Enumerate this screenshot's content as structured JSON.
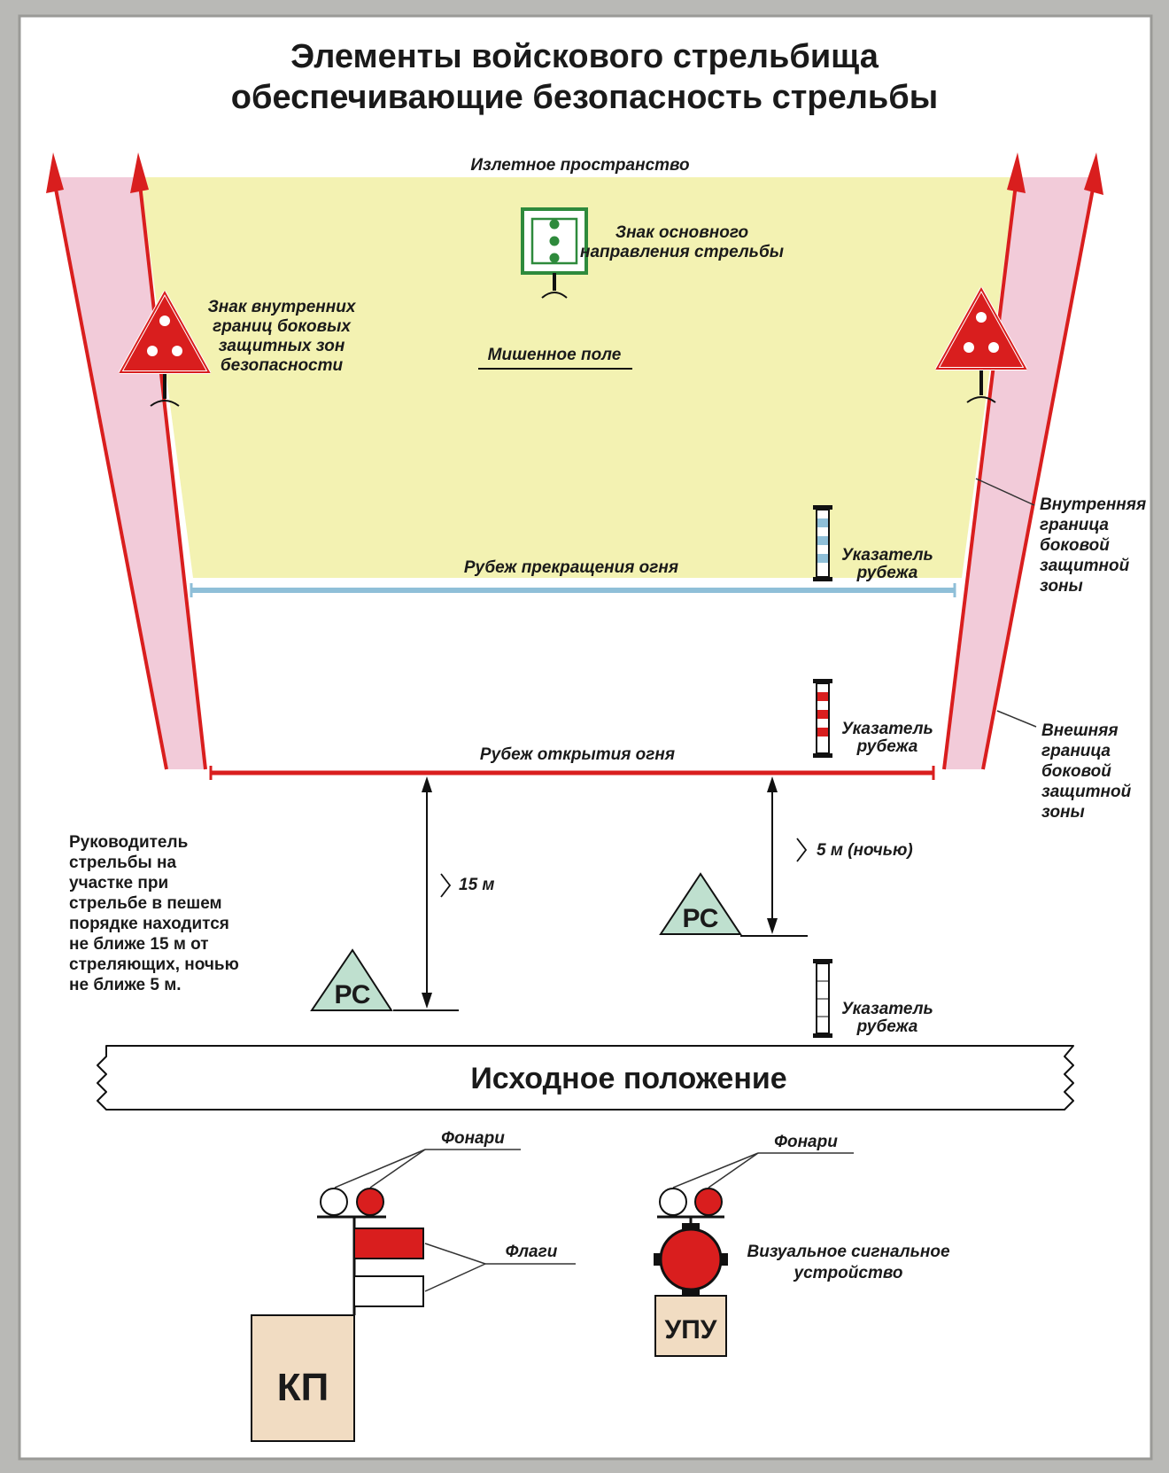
{
  "title": {
    "line1": "Элементы войскового стрельбища",
    "line2": "обеспечивающие безопасность стрельбы"
  },
  "labels": {
    "overflight_space": "Излетное пространство",
    "main_direction_sign": [
      "Знак основного",
      "направления стрельбы"
    ],
    "inner_boundary_sign": [
      "Знак внутренних",
      "границ боковых",
      "защитных зон",
      "безопасности"
    ],
    "target_field": "Мишенное поле",
    "cease_fire_line": "Рубеж прекращения огня",
    "open_fire_line": "Рубеж открытия огня",
    "line_indicator": [
      "Указатель",
      "рубежа"
    ],
    "inner_boundary": [
      "Внутренняя",
      "граница",
      "боковой",
      "защитной",
      "зоны"
    ],
    "outer_boundary": [
      "Внешняя",
      "граница",
      "боковой",
      "защитной",
      "зоны"
    ],
    "distance_15": "15 м",
    "distance_5_night": "5 м (ночью)",
    "rs": "РС",
    "supervisor_note": [
      "Руководитель",
      "стрельбы на",
      "участке при",
      "стрельбе в пешем",
      "порядке находится",
      "не ближе 15 м от",
      "стреляющих, ночью",
      "не ближе 5 м."
    ],
    "start_position": "Исходное положение",
    "lanterns": "Фонари",
    "flags": "Флаги",
    "visual_signal_device": [
      "Визуальное сигнальное",
      "устройство"
    ],
    "kp": "КП",
    "upu": "УПУ"
  },
  "colors": {
    "red": "#d91e1e",
    "pink_zone": "#f2cbd9",
    "yellow_field": "#f3f2b2",
    "blue_line": "#8fbfd8",
    "green_sign": "#2e8a3c",
    "rs_triangle": "#bfe0cf",
    "beige_box": "#f1dcc2"
  }
}
